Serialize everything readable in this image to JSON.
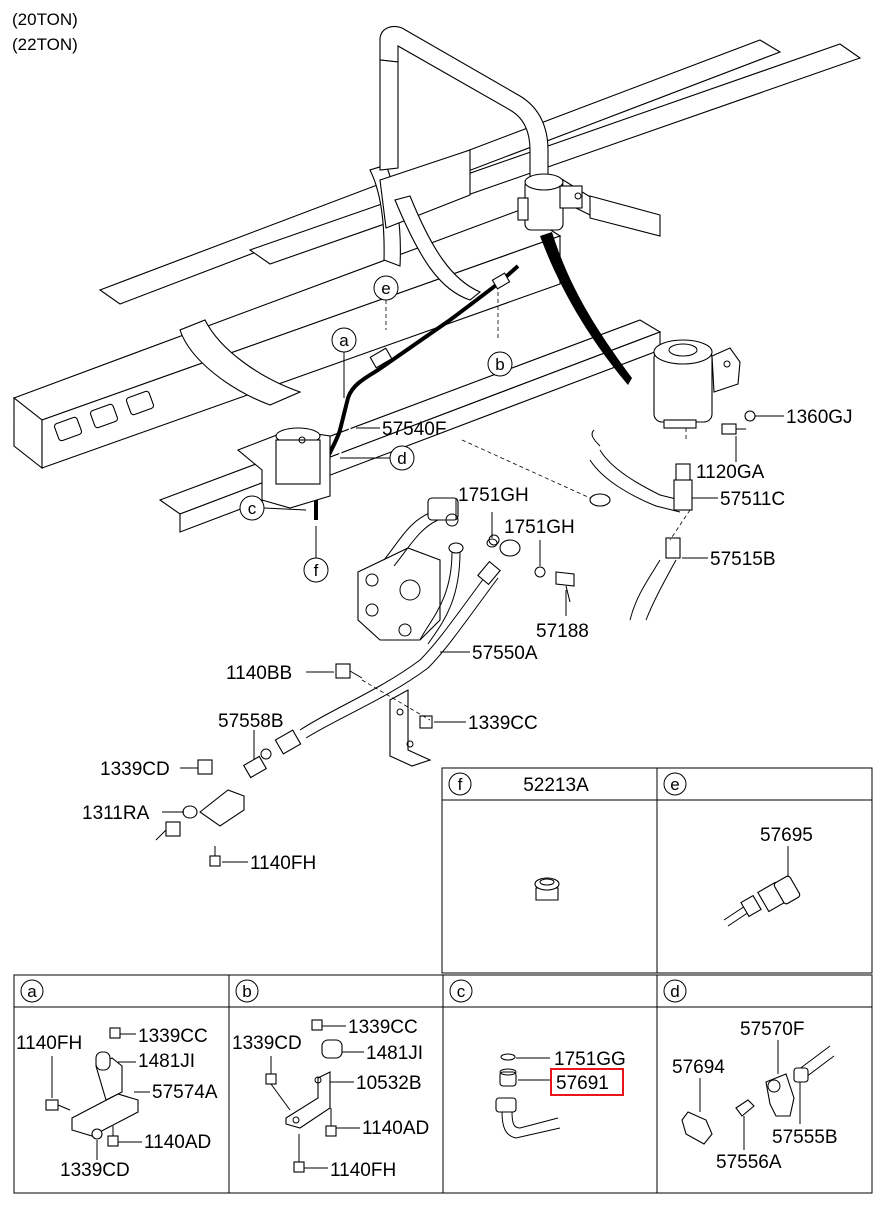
{
  "title_lines": [
    "(20TON)",
    "(22TON)"
  ],
  "callouts": [
    "a",
    "b",
    "c",
    "d",
    "e",
    "f"
  ],
  "main_labels": {
    "p_57540F": "57540F",
    "p_1751GH_1": "1751GH",
    "p_1751GH_2": "1751GH",
    "p_57188": "57188",
    "p_57550A": "57550A",
    "p_1140BB": "1140BB",
    "p_1339CC": "1339CC",
    "p_57558B": "57558B",
    "p_1339CD": "1339CD",
    "p_1311RA": "1311RA",
    "p_1140FH": "1140FH",
    "p_1360GJ": "1360GJ",
    "p_1120GA": "1120GA",
    "p_57511C": "57511C",
    "p_57515B": "57515B"
  },
  "detail_f": {
    "letter": "f",
    "part": "52213A"
  },
  "detail_e": {
    "letter": "e",
    "part": "57695"
  },
  "detail_a": {
    "letter": "a",
    "parts": [
      "1140FH",
      "1339CC",
      "1481JI",
      "57574A",
      "1140AD",
      "1339CD"
    ]
  },
  "detail_b": {
    "letter": "b",
    "parts": [
      "1339CD",
      "1339CC",
      "1481JI",
      "10532B",
      "1140AD",
      "1140FH"
    ]
  },
  "detail_c": {
    "letter": "c",
    "parts": [
      "1751GG",
      "57691"
    ],
    "highlighted": "57691",
    "highlight_color": "#e8161b"
  },
  "detail_d": {
    "letter": "d",
    "parts": [
      "57570F",
      "57694",
      "57555B",
      "57556A"
    ]
  }
}
